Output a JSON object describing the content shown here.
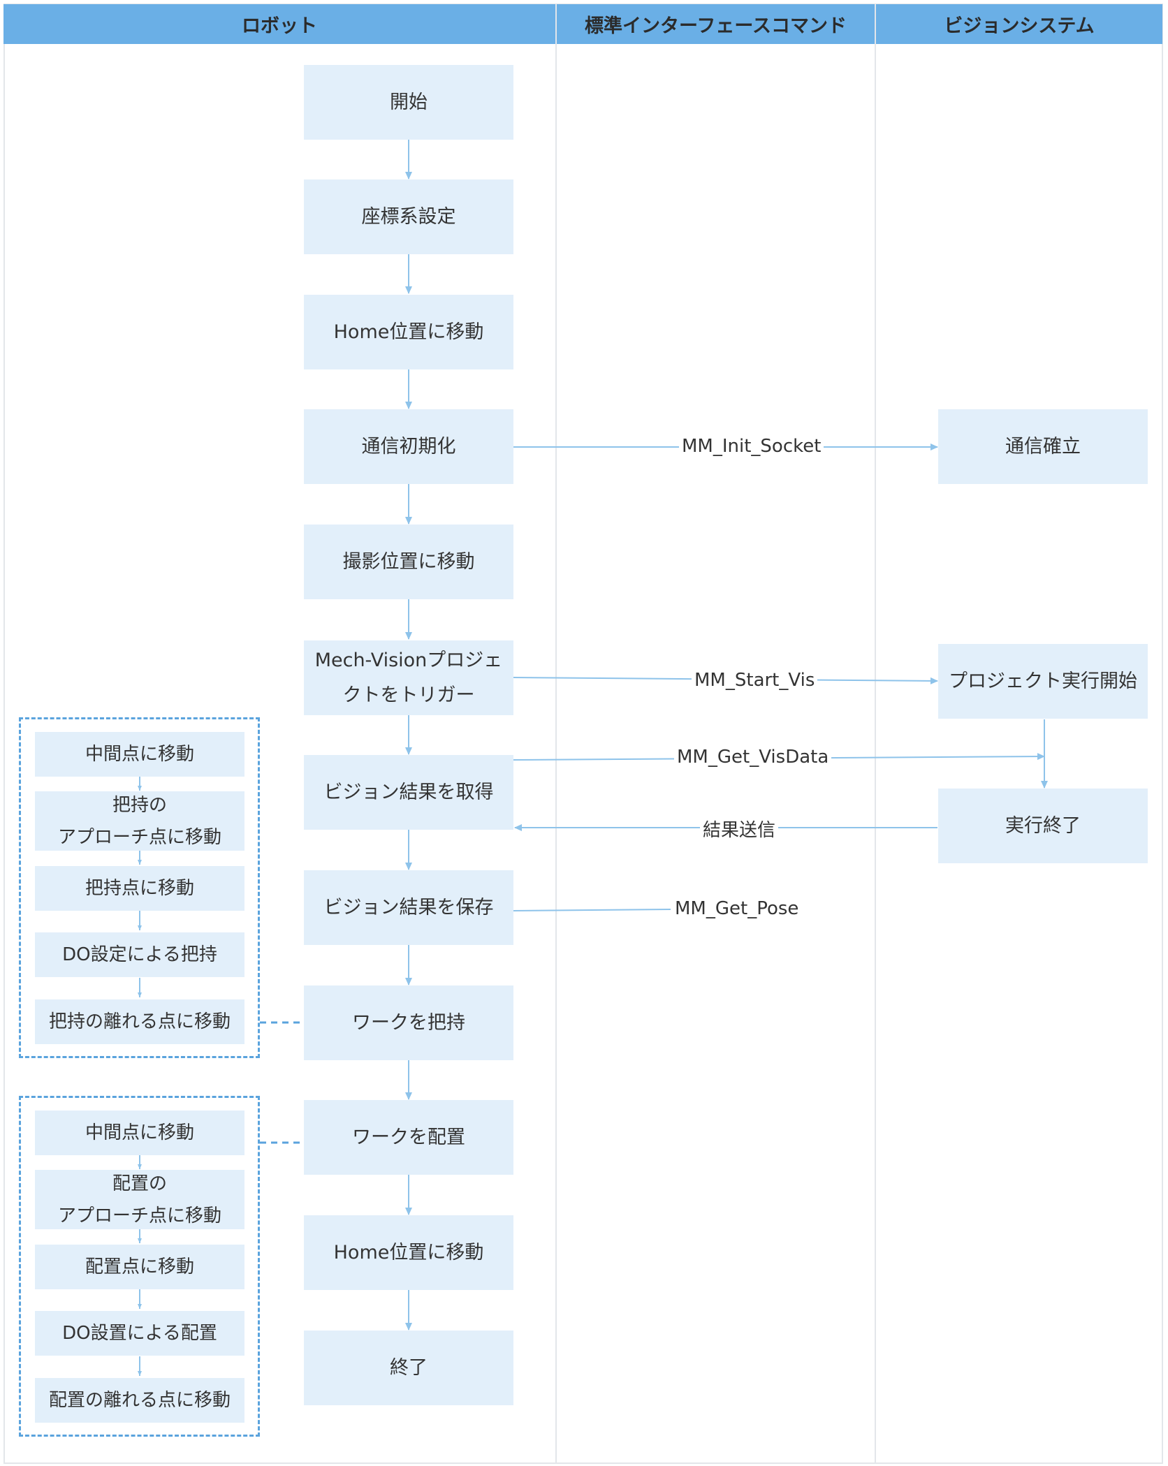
{
  "lanes": {
    "robot": "ロボット",
    "interface": "標準インターフェースコマンド",
    "vision": "ビジョンシステム"
  },
  "flow": [
    "開始",
    "座標系設定",
    "Home位置に移動",
    "通信初期化",
    "撮影位置に移動",
    "Mech-Visionプロジェ\nクトをトリガー",
    "ビジョン結果を取得",
    "ビジョン結果を保存",
    "ワークを把持",
    "ワークを配置",
    "Home位置に移動",
    "終了"
  ],
  "vision_steps": {
    "connect": "通信確立",
    "project_start": "プロジェクト実行開始",
    "finish": "実行終了"
  },
  "commands": {
    "init_socket": "MM_Init_Socket",
    "start_vis": "MM_Start_Vis",
    "get_visdata": "MM_Get_VisData",
    "result_send": "結果送信",
    "get_pose": "MM_Get_Pose"
  },
  "pick_steps": [
    "中間点に移動",
    "把持の\nアプローチ点に移動",
    "把持点に移動",
    "DO設定による把持",
    "把持の離れる点に移動"
  ],
  "place_steps": [
    "中間点に移動",
    "配置の\nアプローチ点に移動",
    "配置点に移動",
    "DO設置による配置",
    "配置の離れる点に移動"
  ],
  "colors": {
    "header": "#6aafe6",
    "box": "#e2effa",
    "arrow": "#8ec3ea",
    "dashed_border": "#5aa3dd"
  }
}
